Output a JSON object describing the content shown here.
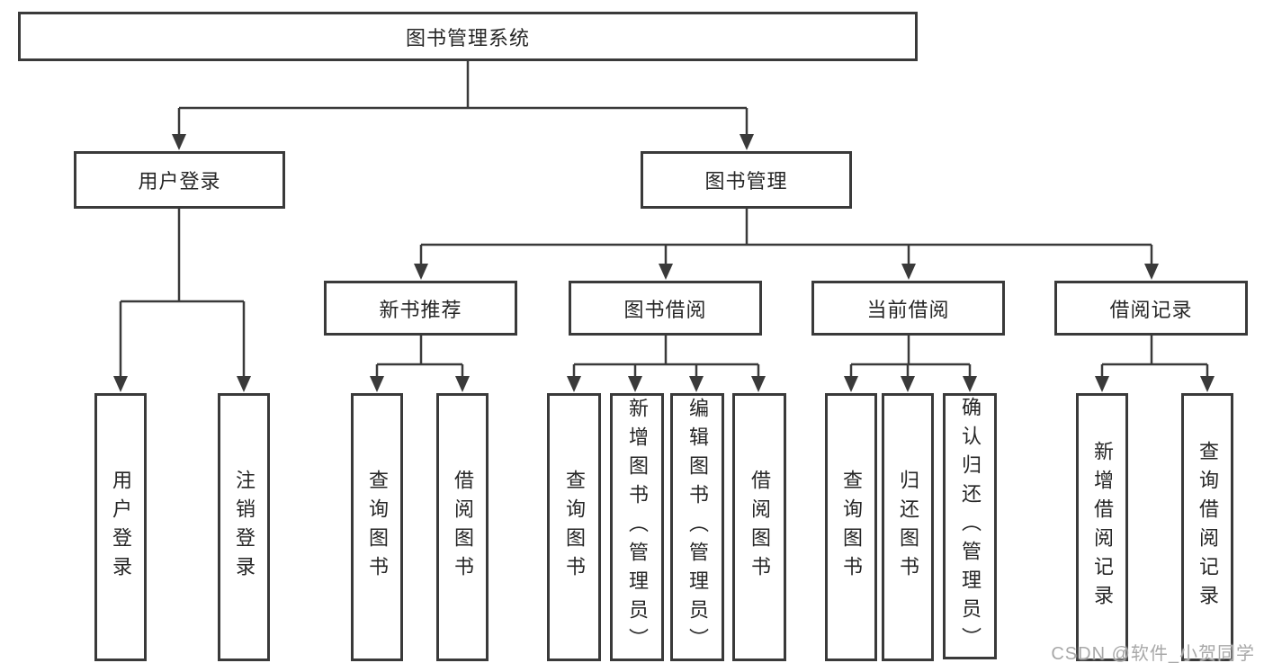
{
  "diagram": {
    "root": {
      "label": "图书管理系统"
    },
    "branches": [
      {
        "label": "用户登录",
        "children": [
          {
            "label": "用户登录"
          },
          {
            "label": "注销登录"
          }
        ]
      },
      {
        "label": "图书管理",
        "children": [
          {
            "label": "新书推荐",
            "children": [
              {
                "label": "查询图书"
              },
              {
                "label": "借阅图书"
              }
            ]
          },
          {
            "label": "图书借阅",
            "children": [
              {
                "label": "查询图书"
              },
              {
                "label": "新增图书（管理员）"
              },
              {
                "label": "编辑图书（管理员）"
              },
              {
                "label": "借阅图书"
              }
            ]
          },
          {
            "label": "当前借阅",
            "children": [
              {
                "label": "查询图书"
              },
              {
                "label": "归还图书"
              },
              {
                "label": "确认归还（管理员）"
              }
            ]
          },
          {
            "label": "借阅记录",
            "children": [
              {
                "label": "新增借阅记录"
              },
              {
                "label": "查询借阅记录"
              }
            ]
          }
        ]
      }
    ]
  },
  "colors": {
    "line": "#3a3a3a",
    "text": "#262626",
    "watermark": "#a8a8a8"
  },
  "watermark": "CSDN @软件_小贺同学"
}
